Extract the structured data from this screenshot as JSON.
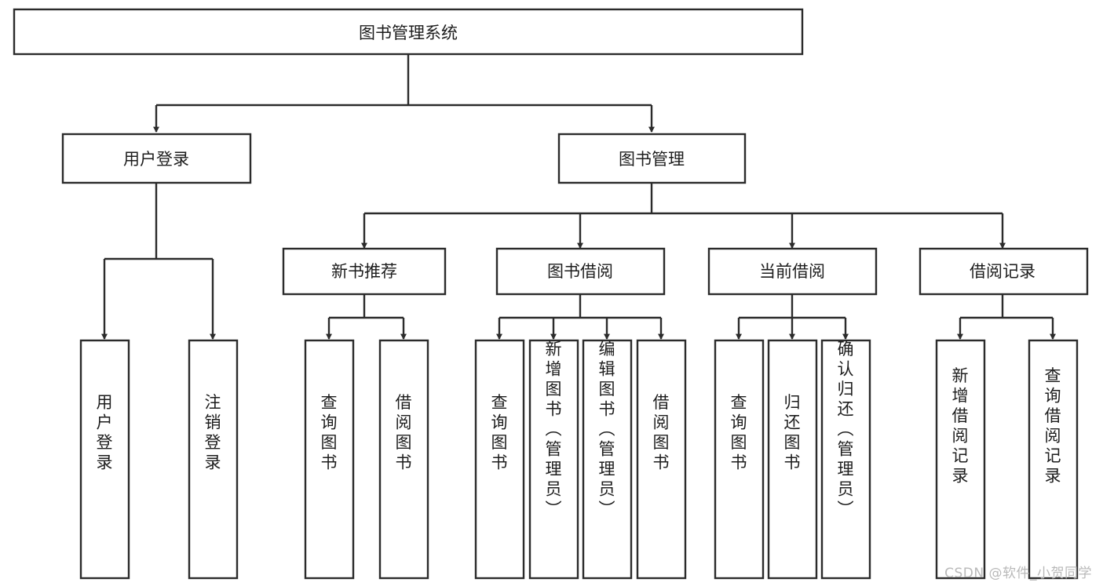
{
  "diagram": {
    "title": "图书管理系统",
    "type": "tree",
    "orientation": "top-down",
    "colors": {
      "stroke": "#2b2b2b",
      "fill": "#ffffff",
      "text": "#1d1d1d",
      "watermark": "#b9b9b9"
    },
    "levels": {
      "root": {
        "label": "图书管理系统"
      },
      "level2": [
        {
          "label": "用户登录"
        },
        {
          "label": "图书管理"
        }
      ],
      "level3": [
        {
          "label": "新书推荐"
        },
        {
          "label": "图书借阅"
        },
        {
          "label": "当前借阅"
        },
        {
          "label": "借阅记录"
        }
      ],
      "leaves": [
        {
          "label": "用户登录",
          "parent": "用户登录"
        },
        {
          "label": "注销登录",
          "parent": "用户登录"
        },
        {
          "label": "查询图书",
          "parent": "新书推荐"
        },
        {
          "label": "借阅图书",
          "parent": "新书推荐"
        },
        {
          "label": "查询图书",
          "parent": "图书借阅"
        },
        {
          "label": "新增图书（管理员）",
          "parent": "图书借阅"
        },
        {
          "label": "编辑图书（管理员）",
          "parent": "图书借阅"
        },
        {
          "label": "借阅图书",
          "parent": "图书借阅"
        },
        {
          "label": "查询图书",
          "parent": "当前借阅"
        },
        {
          "label": "归还图书",
          "parent": "当前借阅"
        },
        {
          "label": "确认归还（管理员）",
          "parent": "当前借阅"
        },
        {
          "label": "新增借阅记录",
          "parent": "借阅记录"
        },
        {
          "label": "查询借阅记录",
          "parent": "借阅记录"
        }
      ]
    }
  },
  "watermark": {
    "text": "CSDN @软件_小贺同学"
  }
}
